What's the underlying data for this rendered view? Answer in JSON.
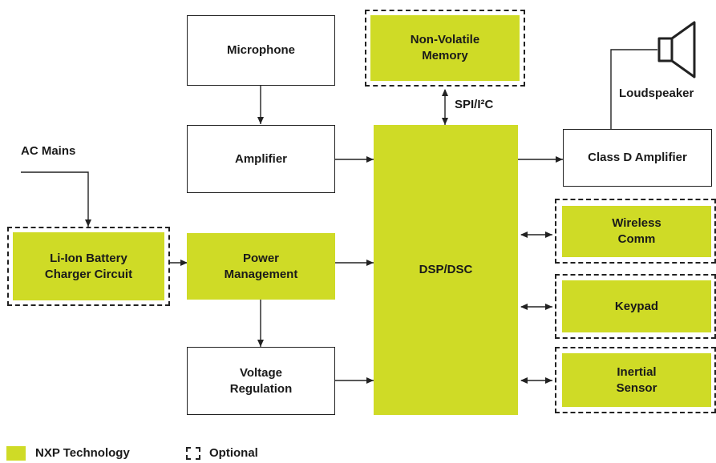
{
  "blocks": {
    "microphone": "Microphone",
    "amplifier": "Amplifier",
    "non_volatile_memory": "Non-Volatile\nMemory",
    "dsp_dsc": "DSP/DSC",
    "class_d_amplifier": "Class D Amplifier",
    "li_ion_charger": "Li-Ion Battery\nCharger Circuit",
    "power_management": "Power\nManagement",
    "voltage_regulation": "Voltage\nRegulation",
    "wireless_comm": "Wireless\nComm",
    "keypad": "Keypad",
    "inertial_sensor": "Inertial\nSensor"
  },
  "labels": {
    "ac_mains": "AC Mains",
    "loudspeaker": "Loudspeaker",
    "spi_i2c": "SPI/I²C"
  },
  "legend": {
    "nxp": "NXP Technology",
    "optional": "Optional"
  },
  "colors": {
    "nxp_green": "#cfdb26",
    "line": "#222222"
  },
  "icons": [
    "loudspeaker-icon"
  ]
}
